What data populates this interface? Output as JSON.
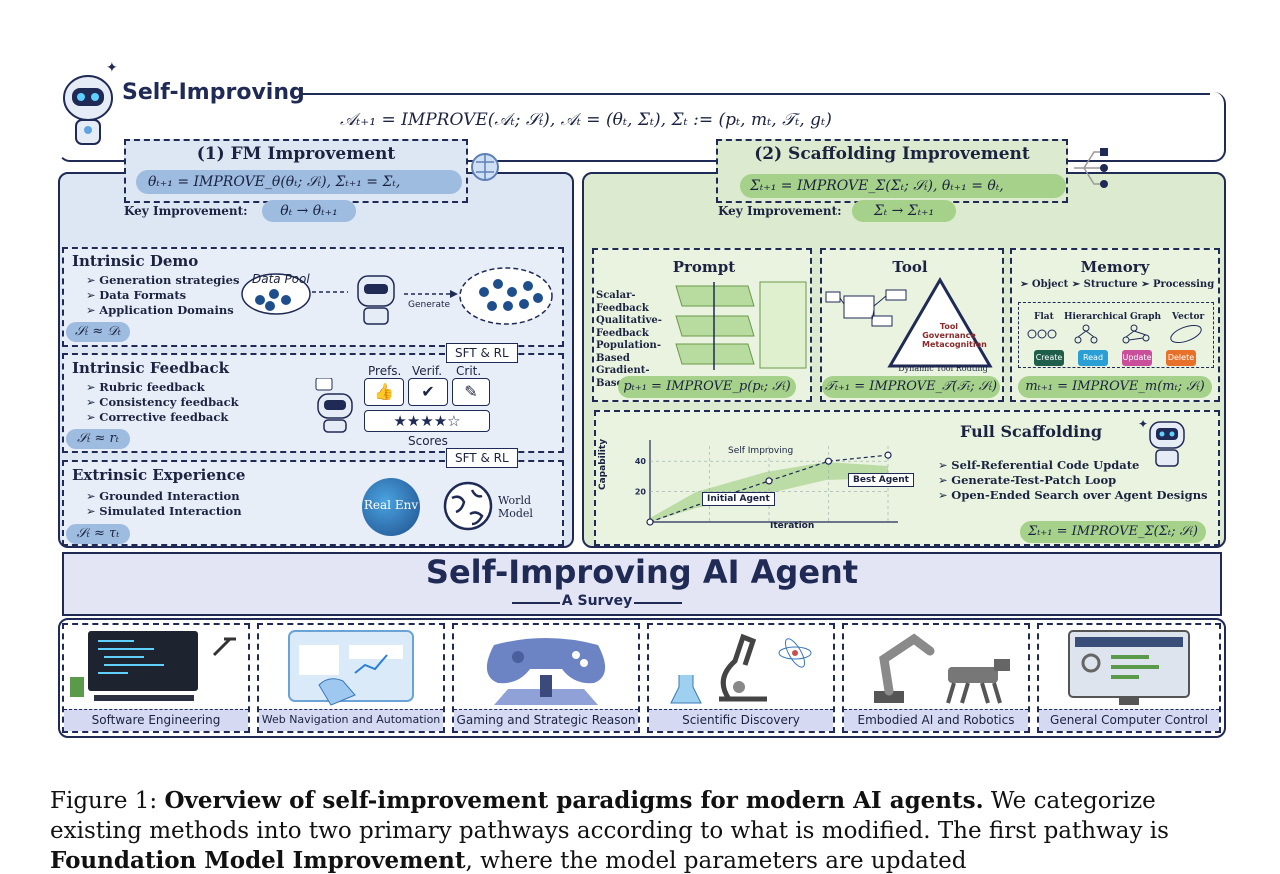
{
  "header": {
    "title": "Self-Improving",
    "equation": "𝒜ₜ₊₁ = IMPROVE(𝒜ₜ; 𝒮ₜ),    𝒜ₜ = (θₜ, Σₜ),    Σₜ := (pₜ, mₜ, 𝒯ₜ, gₜ)"
  },
  "fm": {
    "title": "(1) FM Improvement",
    "formula": "θₜ₊₁ = IMPROVE_θ(θₜ; 𝒮ₜ),      Σₜ₊₁ = Σₜ,",
    "key_label": "Key Improvement:",
    "key_value": "θₜ → θₜ₊₁",
    "intrinsic_demo": {
      "title": "Intrinsic Demo",
      "bullets": [
        "Generation strategies",
        "Data Formats",
        "Application Domains"
      ],
      "formula": "𝒮ₜ ≈ 𝒟ₜ",
      "data_pool": "Data Pool",
      "generate": "Generate"
    },
    "intrinsic_feedback": {
      "title": "Intrinsic Feedback",
      "bullets": [
        "Rubric feedback",
        "Consistency feedback",
        "Corrective feedback"
      ],
      "formula": "𝒮ₜ ≈ rₜ",
      "tag": "SFT & RL",
      "prefs": "Prefs.",
      "verif": "Verif.",
      "crit": "Crit.",
      "scores": "Scores"
    },
    "extrinsic": {
      "title": "Extrinsic Experience",
      "bullets": [
        "Grounded Interaction",
        "Simulated Interaction"
      ],
      "formula": "𝒮ₜ ≈ τₜ",
      "tag": "SFT & RL",
      "real_env": "Real Env",
      "world_model": "World Model"
    }
  },
  "scaffold": {
    "title": "(2) Scaffolding Improvement",
    "formula": "Σₜ₊₁ = IMPROVE_Σ(Σₜ; 𝒮ₜ),      θₜ₊₁ = θₜ,",
    "key_label": "Key Improvement:",
    "key_value": "Σₜ → Σₜ₊₁",
    "prompt": {
      "title": "Prompt",
      "items": [
        "Scalar-Feedback",
        "Qualitative-Feedback",
        "Population-Based",
        "Gradient-Based"
      ],
      "formula": "pₜ₊₁ = IMPROVE_p(pₜ; 𝒮ₜ)"
    },
    "tool": {
      "title": "Tool",
      "center": "Tool Governance Metacognition",
      "bottom": "Dynamic Tool Routing",
      "formula": "𝒯ₜ₊₁ = IMPROVE_𝒯(𝒯ₜ; 𝒮ₜ)"
    },
    "memory": {
      "title": "Memory",
      "chain": [
        "Object",
        "Structure",
        "Processing"
      ],
      "types": [
        "Flat",
        "Hierarchical",
        "Graph",
        "Vector"
      ],
      "ops": [
        "Create",
        "Read",
        "Update",
        "Delete"
      ],
      "formula": "mₜ₊₁ = IMPROVE_m(mₜ; 𝒮ₜ)"
    },
    "full": {
      "title": "Full Scaffolding",
      "bullets": [
        "Self-Referential Code Update",
        "Generate-Test-Patch Loop",
        "Open-Ended Search over Agent Designs"
      ],
      "formula": "Σₜ₊₁ = IMPROVE_Σ(Σₜ; 𝒮ₜ)"
    }
  },
  "chart_data": {
    "type": "line",
    "title": "Self Improving",
    "xlabel": "Iteration",
    "ylabel": "Capability",
    "y_ticks": [
      20,
      40
    ],
    "x": [
      0,
      1,
      2,
      3,
      4
    ],
    "values": [
      0,
      14,
      27,
      40,
      44
    ],
    "annotations": [
      "Initial Agent",
      "Best Agent"
    ]
  },
  "survey": {
    "title": "Self-Improving AI Agent",
    "subtitle": "A Survey"
  },
  "applications": [
    "Software Engineering",
    "Web Navigation and Automation",
    "Gaming and Strategic Reason",
    "Scientific Discovery",
    "Embodied AI and Robotics",
    "General Computer Control"
  ],
  "caption": {
    "prefix": "Figure 1: ",
    "bold": "Overview of self-improvement paradigms for modern AI agents.",
    "rest": " We categorize existing methods into two primary pathways according to what is modified.  The first pathway is ",
    "bold2": "Foundation Model Improvement",
    "rest2": ", where the model parameters are updated"
  },
  "colors": {
    "navy": "#1f2a55",
    "blue_panel": "#dde6f3",
    "green_panel": "#dcebcf",
    "accent_blue": "#9ebbe0",
    "accent_green": "#a6d18a"
  }
}
